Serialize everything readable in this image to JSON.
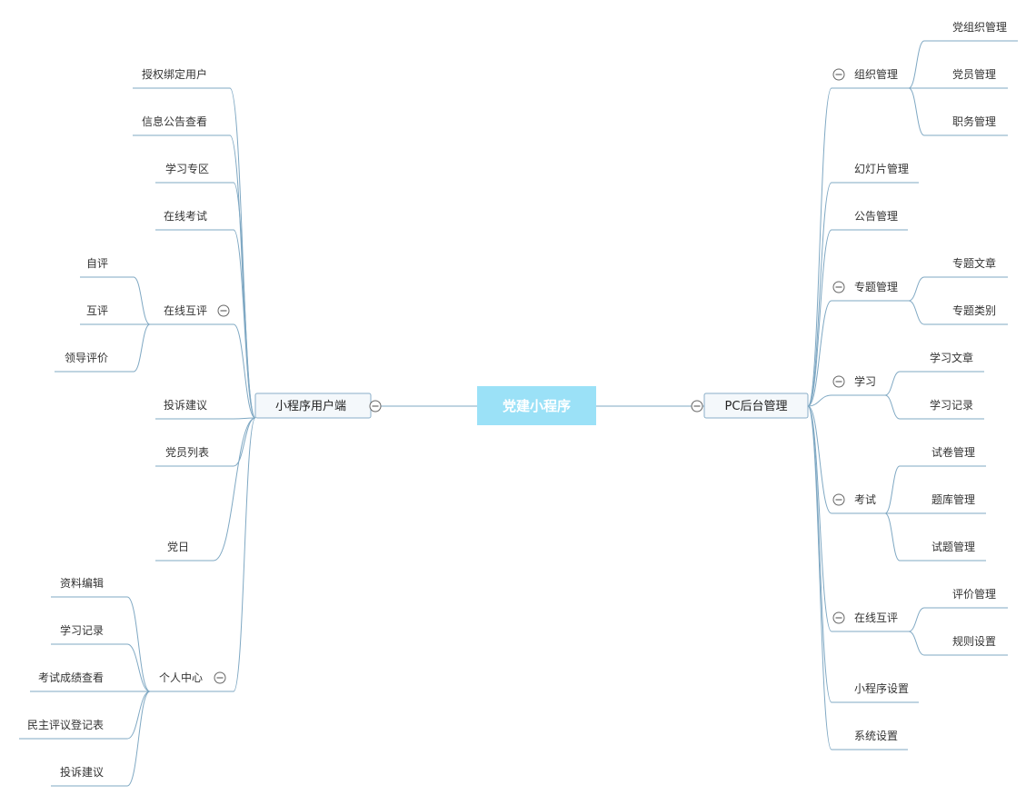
{
  "colors": {
    "line": "#7fa8c3",
    "root_fill": "#9be1f7",
    "main_fill": "#f4f8fb",
    "main_stroke": "#8aaec8",
    "text": "#333333",
    "root_text": "#ffffff"
  },
  "root": {
    "label": "党建小程序"
  },
  "left": {
    "label": "小程序用户端",
    "children": [
      {
        "label": "授权绑定用户"
      },
      {
        "label": "信息公告查看"
      },
      {
        "label": "学习专区"
      },
      {
        "label": "在线考试"
      },
      {
        "label": "在线互评",
        "children": [
          {
            "label": "自评"
          },
          {
            "label": "互评"
          },
          {
            "label": "领导评价"
          }
        ]
      },
      {
        "label": "投诉建议"
      },
      {
        "label": "党员列表"
      },
      {
        "label": "党日"
      },
      {
        "label": "个人中心",
        "children": [
          {
            "label": "资料编辑"
          },
          {
            "label": "学习记录"
          },
          {
            "label": "考试成绩查看"
          },
          {
            "label": "民主评议登记表"
          },
          {
            "label": "投诉建议"
          }
        ]
      }
    ]
  },
  "right": {
    "label": "PC后台管理",
    "children": [
      {
        "label": "组织管理",
        "children": [
          {
            "label": "党组织管理"
          },
          {
            "label": "党员管理"
          },
          {
            "label": "职务管理"
          }
        ]
      },
      {
        "label": "幻灯片管理"
      },
      {
        "label": "公告管理"
      },
      {
        "label": "专题管理",
        "children": [
          {
            "label": "专题文章"
          },
          {
            "label": "专题类别"
          }
        ]
      },
      {
        "label": "学习",
        "children": [
          {
            "label": "学习文章"
          },
          {
            "label": "学习记录"
          }
        ]
      },
      {
        "label": "考试",
        "children": [
          {
            "label": "试卷管理"
          },
          {
            "label": "题库管理"
          },
          {
            "label": "试题管理"
          }
        ]
      },
      {
        "label": "在线互评",
        "children": [
          {
            "label": "评价管理"
          },
          {
            "label": "规则设置"
          }
        ]
      },
      {
        "label": "小程序设置"
      },
      {
        "label": "系统设置"
      }
    ]
  }
}
